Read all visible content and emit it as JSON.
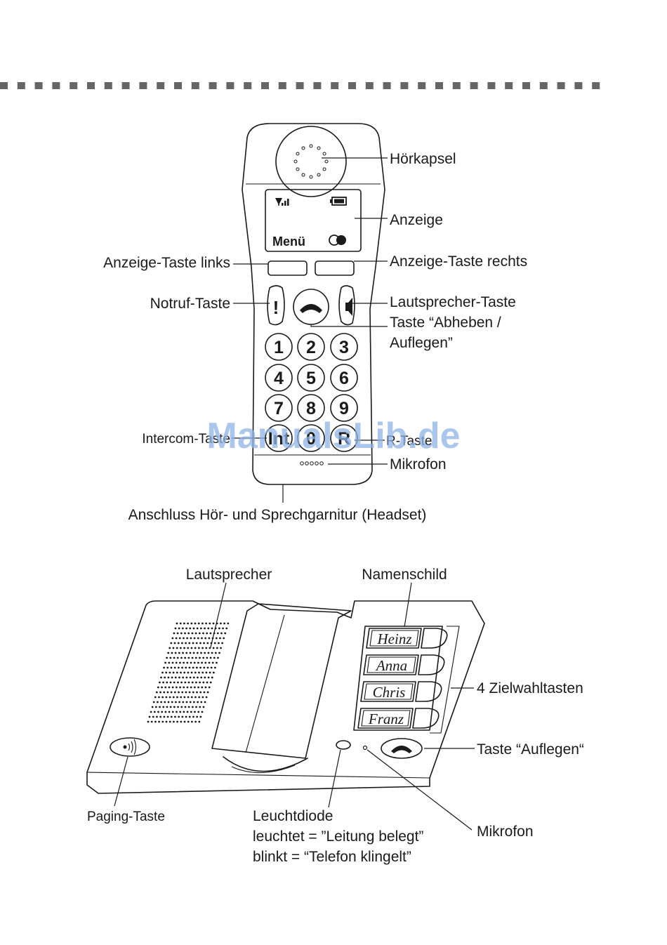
{
  "handset": {
    "labels": {
      "hoerkapsel": "Hörkapsel",
      "anzeige": "Anzeige",
      "anzeige_taste_links": "Anzeige-Taste links",
      "anzeige_taste_rechts": "Anzeige-Taste rechts",
      "notruf_taste": "Notruf-Taste",
      "lautsprecher_taste": "Lautsprecher-Taste",
      "abheben_line1": "Taste “Abheben /",
      "abheben_line2": "Auflegen”",
      "intercom_taste": "Intercom-Taste",
      "r_taste": "R-Taste",
      "mikrofon": "Mikrofon",
      "headset": "Anschluss Hör- und Sprechgarnitur (Headset)"
    },
    "display": {
      "softkey_text": "Menü"
    },
    "keys": [
      "1",
      "2",
      "3",
      "4",
      "5",
      "6",
      "7",
      "8",
      "9",
      "Int",
      "0",
      "R"
    ],
    "emergency_key": "!"
  },
  "base": {
    "labels": {
      "lautsprecher": "Lautsprecher",
      "namenschild": "Namenschild",
      "zielwahltasten": "4 Zielwahltasten",
      "taste_auflegen": "Taste “Auflegen“",
      "paging_taste": "Paging-Taste",
      "leuchtdiode_line1": "Leuchtdiode",
      "leuchtdiode_line2": "leuchtet = ”Leitung belegt”",
      "leuchtdiode_line3": "blinkt = “Telefon klingelt”",
      "mikrofon": "Mikrofon"
    },
    "name_tags": [
      "Heinz",
      "Anna",
      "Chris",
      "Franz"
    ]
  },
  "watermark": "ManualsLib.de"
}
